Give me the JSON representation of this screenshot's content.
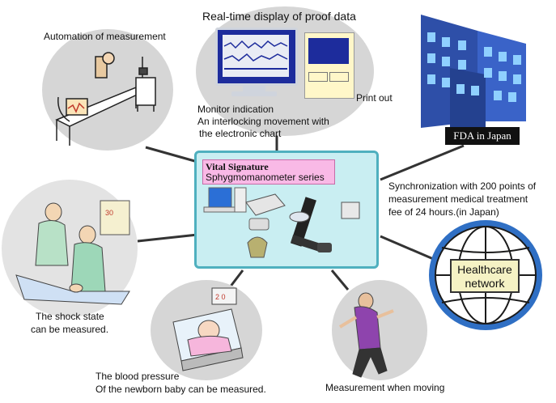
{
  "center": {
    "title": "Vital Signature",
    "subtitle": "Sphygmomanometer series"
  },
  "nodes": {
    "automation": "Automation of measurement",
    "realtime_title": "Real-time display of proof data",
    "print_out": "Print out",
    "monitor_line1": "Monitor indication",
    "monitor_line2": "An interlocking movement with",
    "monitor_line3": "the electronic chart",
    "fda": "FDA in Japan",
    "sync_line1": "Synchronization with 200 points of",
    "sync_line2": "measurement medical treatment",
    "sync_line3": "fee of 24 hours.(in Japan)",
    "healthcare_line1": "Healthcare",
    "healthcare_line2": "network",
    "shock_line1": "The shock state",
    "shock_line2": "can be measured.",
    "newborn_line1": "The blood pressure",
    "newborn_line2": "Of the newborn baby can be measured.",
    "moving": "Measurement when moving",
    "incubator_display": "2 0",
    "monitor_display": "30"
  },
  "colors": {
    "center_fill": "#c9eef2",
    "center_border": "#4fb0bf",
    "title_box": "#f9b9e6",
    "bubble": "#d6d6d6",
    "building": "#2e4fa8",
    "globe": "#2f6fc4",
    "healthcare_box": "#f5f2c4"
  }
}
